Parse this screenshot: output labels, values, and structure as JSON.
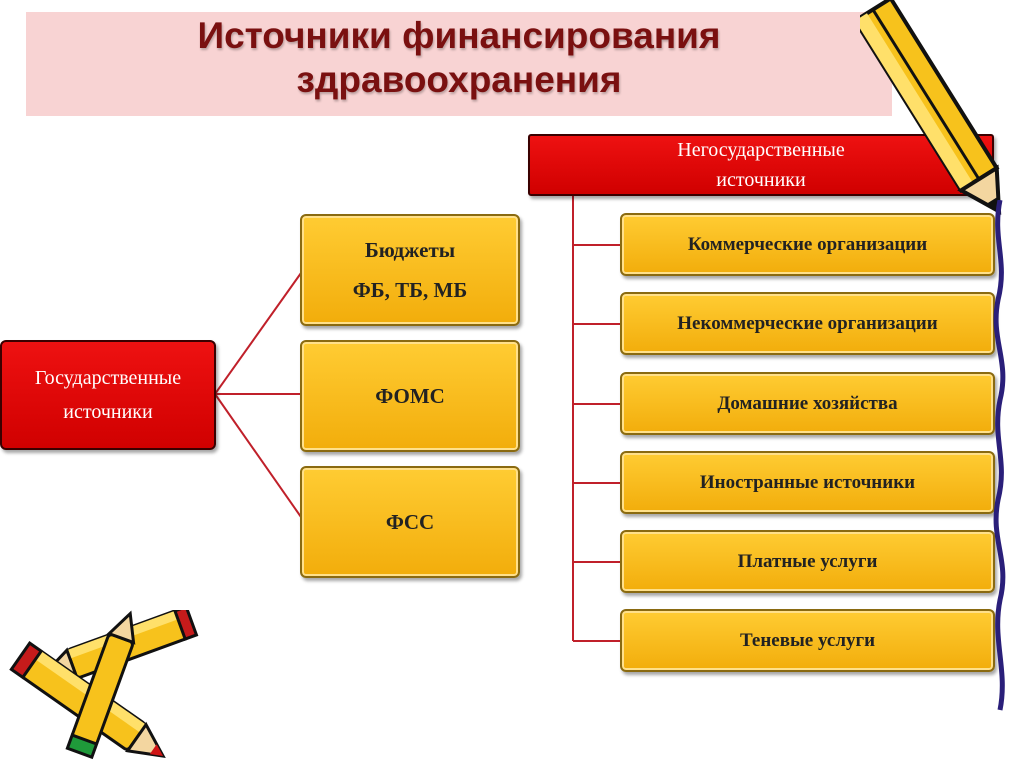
{
  "title": {
    "line1": "Источники финансирования",
    "line2": "здравоохранения"
  },
  "state": {
    "label_line1": "Государственные",
    "label_line2": "источники",
    "items": [
      {
        "line1": "Бюджеты",
        "line2": "ФБ, ТБ, МБ"
      },
      {
        "line1": "ФОМС",
        "line2": ""
      },
      {
        "line1": "ФСС",
        "line2": ""
      }
    ]
  },
  "nonstate": {
    "label_line1": "Негосударственные",
    "label_line2": "источники",
    "items": [
      "Коммерческие организации",
      "Некоммерческие организации",
      "Домашние хозяйства",
      "Иностранные источники",
      "Платные услуги",
      "Теневые услуги"
    ]
  },
  "colors": {
    "title": "#7a1010",
    "title_band": "#f8d3d3",
    "red_box": "#e00000",
    "yellow_box": "#f9be1e",
    "connector": "#c0202a"
  },
  "decorations": [
    "pencil-icon",
    "pencil-icon",
    "pencil-icon"
  ]
}
